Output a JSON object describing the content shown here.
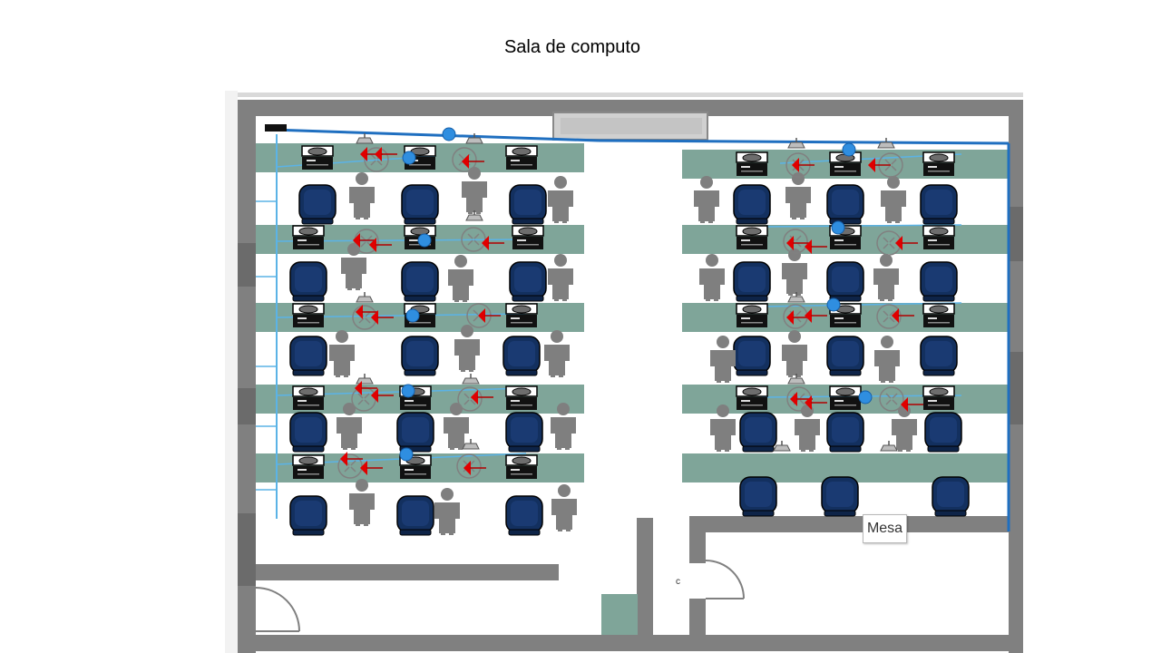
{
  "title": "Sala de computo",
  "tooltip": "Mesa",
  "door_mark": "c",
  "icons": {
    "chair": "office-chair-icon",
    "person": "person-icon",
    "computer": "computer-icon",
    "router": "router-icon",
    "access_point": "access-point-icon",
    "cable": "network-cable",
    "data_flow": "red-arrow-icon",
    "node": "network-node-icon"
  },
  "colors": {
    "wall": "#808080",
    "desk": "#7fa599",
    "chair": "#13305f",
    "person": "#7f7f7f",
    "cable": "#1f6fc0",
    "flow": "#d80000",
    "node": "#2f8ee0"
  }
}
